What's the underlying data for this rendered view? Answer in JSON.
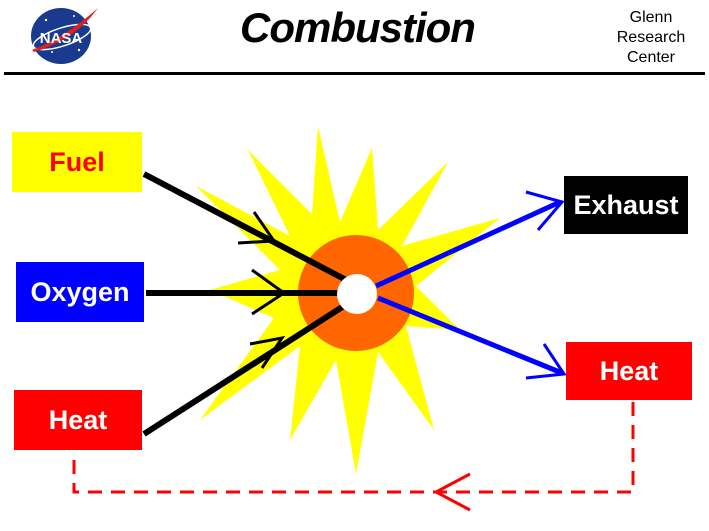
{
  "header": {
    "logo_text": "NASA",
    "title": "Combustion",
    "org_name": [
      "Glenn",
      "Research",
      "Center"
    ]
  },
  "inputs": {
    "fuel": "Fuel",
    "oxygen": "Oxygen",
    "heat": "Heat"
  },
  "outputs": {
    "exhaust": "Exhaust",
    "heat": "Heat"
  },
  "colors": {
    "fuel_box": "#ffff00",
    "fuel_text": "#ff0000",
    "oxygen_box": "#0000ff",
    "heat_box": "#ff0000",
    "exhaust_box": "#000000",
    "flame": "#ffff00",
    "core": "#ff6600",
    "output_arrow": "#0000ff",
    "feedback_arrow": "#ff0000"
  }
}
